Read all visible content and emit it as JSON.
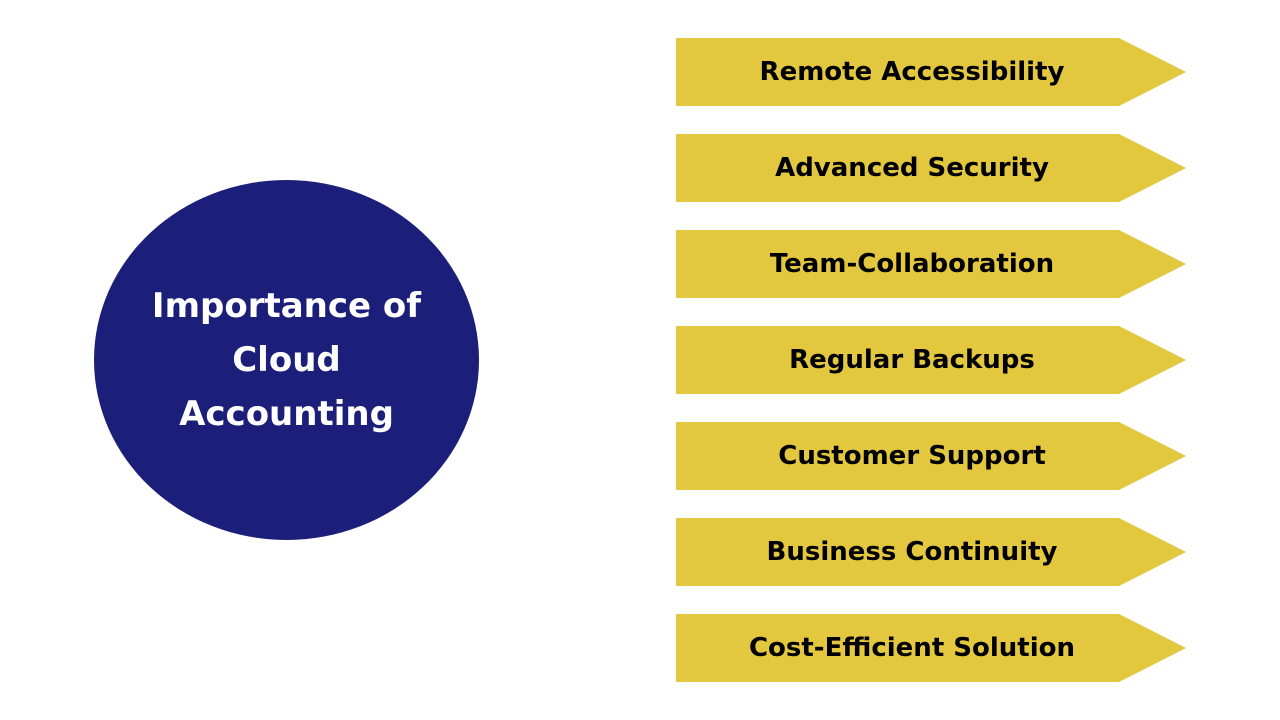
{
  "center": {
    "title_line1": "Importance of",
    "title_line2": "Cloud",
    "title_line3": "Accounting",
    "color": "#1c1f7a"
  },
  "arrow_color": "#e2c73f",
  "items": [
    {
      "label": "Remote Accessibility"
    },
    {
      "label": "Advanced Security"
    },
    {
      "label": "Team-Collaboration"
    },
    {
      "label": "Regular Backups"
    },
    {
      "label": "Customer Support"
    },
    {
      "label": "Business Continuity"
    },
    {
      "label": "Cost-Efficient Solution"
    }
  ]
}
